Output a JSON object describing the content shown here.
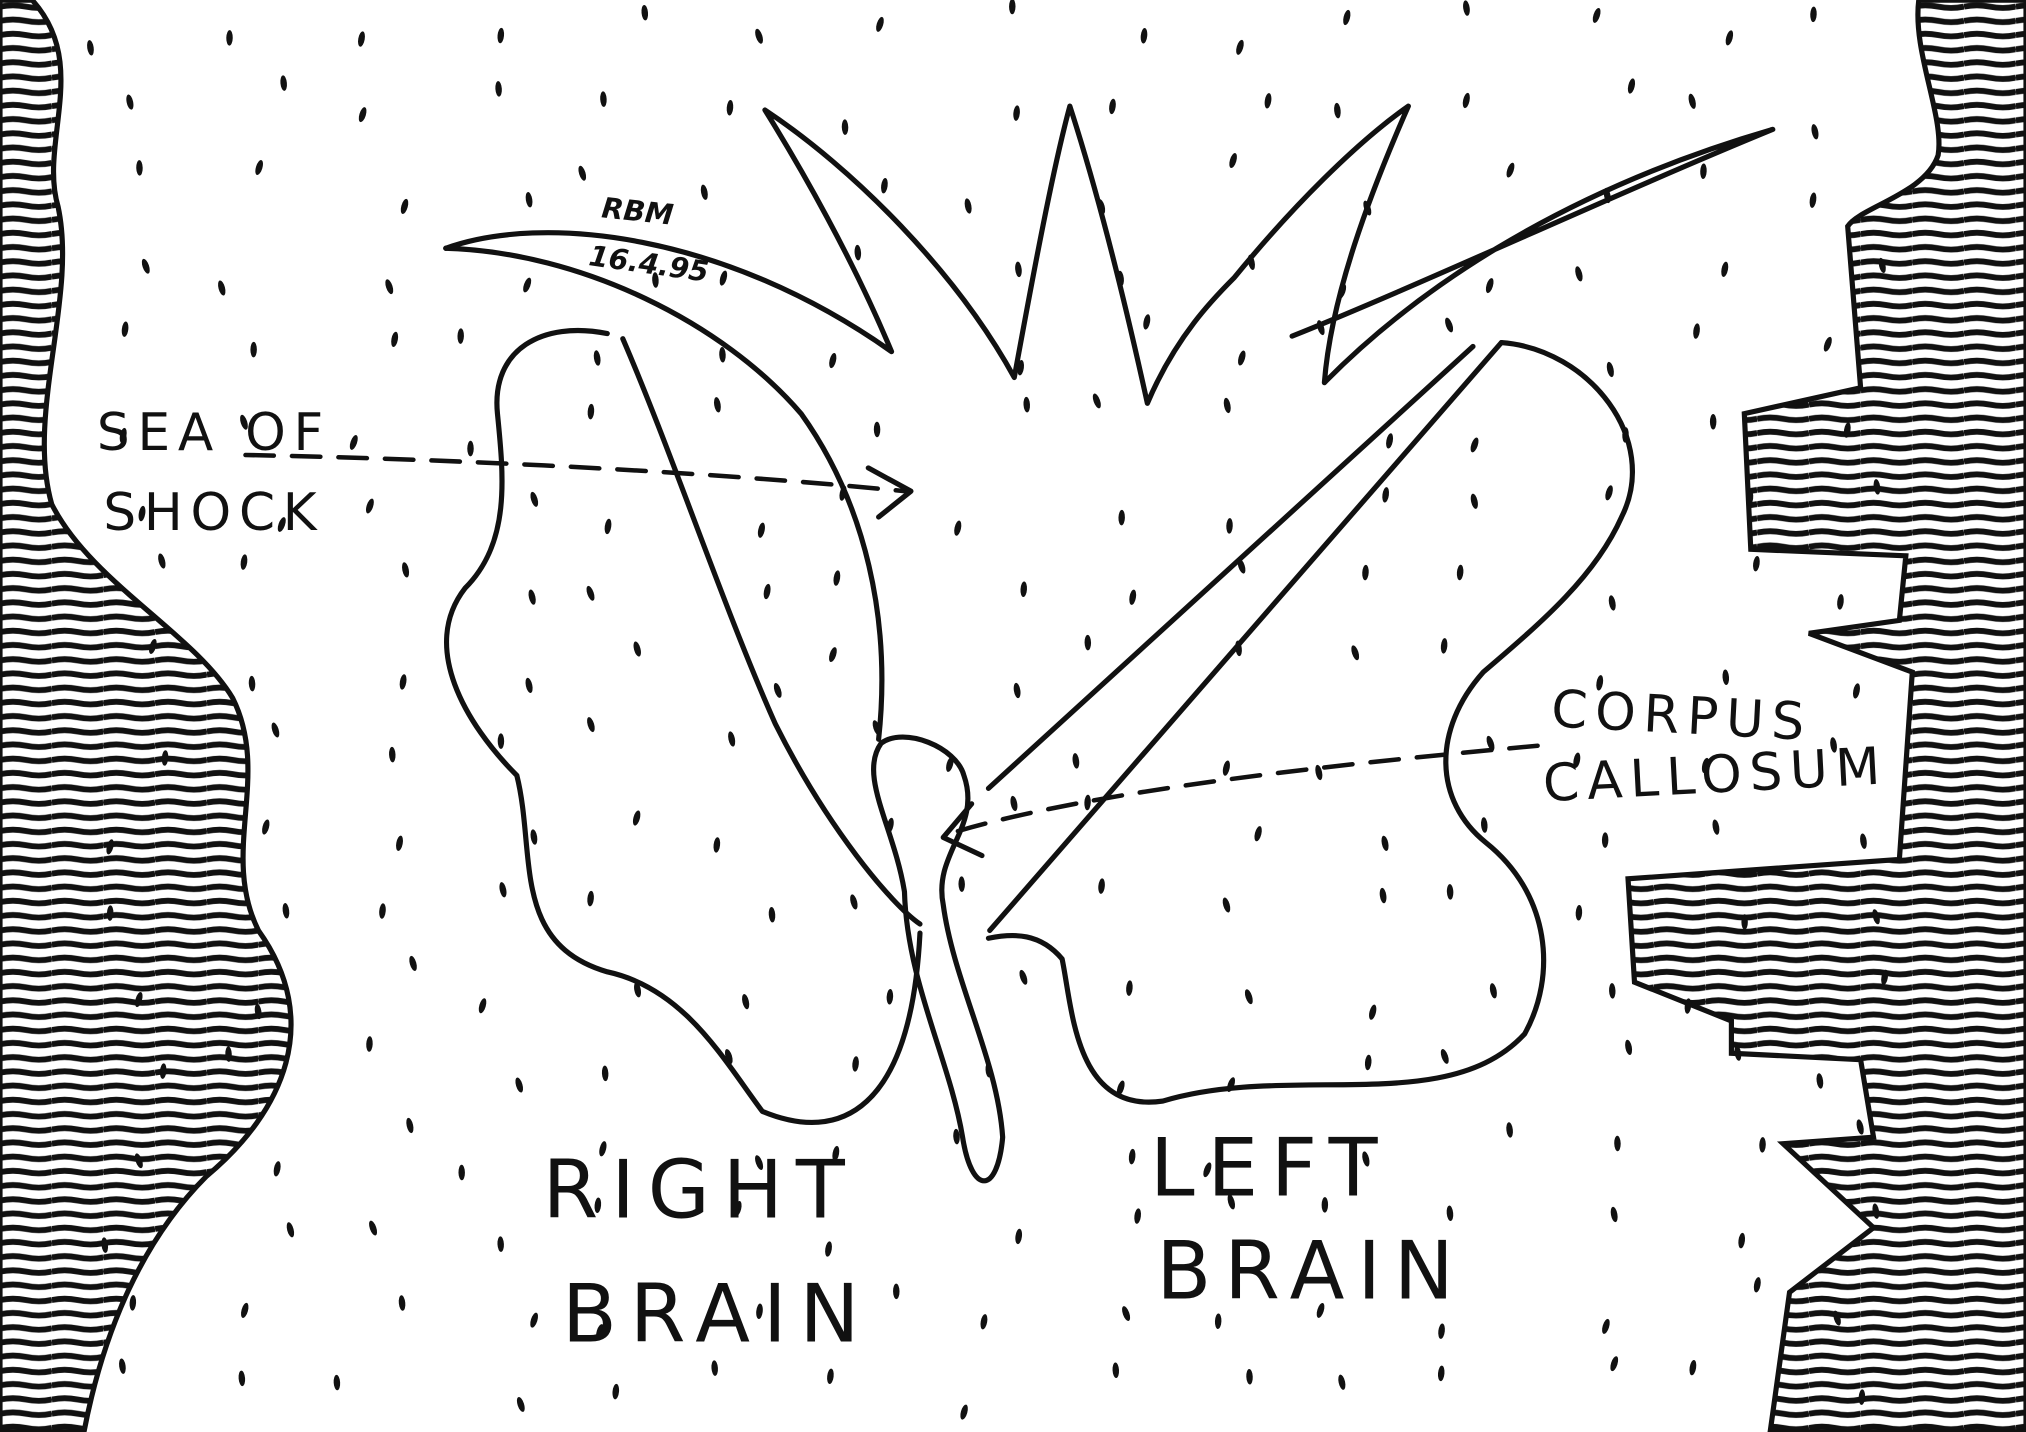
{
  "labels": {
    "sea_of_shock": [
      "SEA OF",
      "SHOCK"
    ],
    "corpus_callosum": [
      "CORPUS",
      "CALLOSUM"
    ],
    "right_brain": [
      "RIGHT",
      "BRAIN"
    ],
    "left_brain": [
      "LEFT",
      "BRAIN"
    ]
  },
  "signature": {
    "initials": "RBM",
    "date": "16.4.95"
  },
  "colors": {
    "ink": "#111111",
    "paper": "#ffffff"
  }
}
